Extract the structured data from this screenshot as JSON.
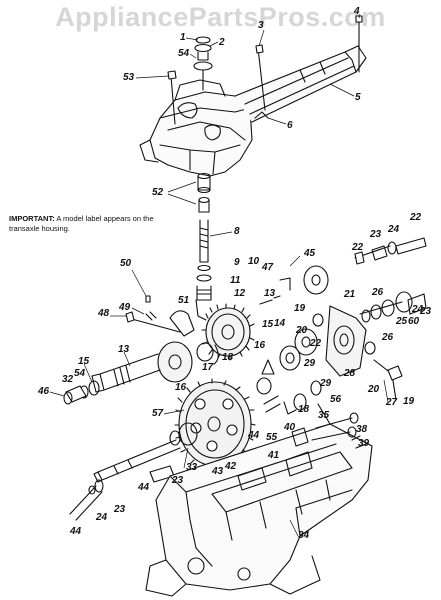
{
  "watermark": "AppliancePartsPros.com",
  "note": {
    "prefix": "IMPORTANT:",
    "text": " A model label appears on the transaxle housing."
  },
  "callouts": [
    {
      "id": "c4",
      "text": "4"
    },
    {
      "id": "c3",
      "text": "3"
    },
    {
      "id": "c1",
      "text": "1"
    },
    {
      "id": "c2",
      "text": "2"
    },
    {
      "id": "c54a",
      "text": "54"
    },
    {
      "id": "c53",
      "text": "53"
    },
    {
      "id": "c5",
      "text": "5"
    },
    {
      "id": "c6",
      "text": "6"
    },
    {
      "id": "c52",
      "text": "52"
    },
    {
      "id": "c8",
      "text": "8"
    },
    {
      "id": "c22a",
      "text": "22"
    },
    {
      "id": "c24a",
      "text": "24"
    },
    {
      "id": "c23a",
      "text": "23"
    },
    {
      "id": "c22b",
      "text": "22"
    },
    {
      "id": "c45",
      "text": "45"
    },
    {
      "id": "c9",
      "text": "9"
    },
    {
      "id": "c10",
      "text": "10"
    },
    {
      "id": "c47",
      "text": "47"
    },
    {
      "id": "c11",
      "text": "11"
    },
    {
      "id": "c50",
      "text": "50"
    },
    {
      "id": "c12",
      "text": "12"
    },
    {
      "id": "c21",
      "text": "21"
    },
    {
      "id": "c26a",
      "text": "26"
    },
    {
      "id": "c13a",
      "text": "13"
    },
    {
      "id": "c49",
      "text": "49"
    },
    {
      "id": "c51",
      "text": "51"
    },
    {
      "id": "c14",
      "text": "14"
    },
    {
      "id": "c19a",
      "text": "19"
    },
    {
      "id": "c24b",
      "text": "24"
    },
    {
      "id": "c23b",
      "text": "23"
    },
    {
      "id": "c48",
      "text": "48"
    },
    {
      "id": "c25",
      "text": "25"
    },
    {
      "id": "c60",
      "text": "60"
    },
    {
      "id": "c26b",
      "text": "26"
    },
    {
      "id": "c15a",
      "text": "15"
    },
    {
      "id": "c16a",
      "text": "16"
    },
    {
      "id": "c20a",
      "text": "20"
    },
    {
      "id": "c13b",
      "text": "13"
    },
    {
      "id": "c17",
      "text": "17"
    },
    {
      "id": "c18a",
      "text": "18"
    },
    {
      "id": "c22c",
      "text": "22"
    },
    {
      "id": "c29a",
      "text": "29"
    },
    {
      "id": "c28",
      "text": "28"
    },
    {
      "id": "c32",
      "text": "32"
    },
    {
      "id": "c54b",
      "text": "54"
    },
    {
      "id": "c15b",
      "text": "15"
    },
    {
      "id": "c16b",
      "text": "16"
    },
    {
      "id": "c29b",
      "text": "29"
    },
    {
      "id": "c20b",
      "text": "20"
    },
    {
      "id": "c27",
      "text": "27"
    },
    {
      "id": "c19b",
      "text": "19"
    },
    {
      "id": "c46",
      "text": "46"
    },
    {
      "id": "c18b",
      "text": "18"
    },
    {
      "id": "c56",
      "text": "56"
    },
    {
      "id": "c35",
      "text": "35"
    },
    {
      "id": "c57",
      "text": "57"
    },
    {
      "id": "c44a",
      "text": "44"
    },
    {
      "id": "c38",
      "text": "38"
    },
    {
      "id": "c40",
      "text": "40"
    },
    {
      "id": "c55",
      "text": "55"
    },
    {
      "id": "c39",
      "text": "39"
    },
    {
      "id": "c33",
      "text": "33"
    },
    {
      "id": "c41",
      "text": "41"
    },
    {
      "id": "c23c",
      "text": "23"
    },
    {
      "id": "c42",
      "text": "42"
    },
    {
      "id": "c43",
      "text": "43"
    },
    {
      "id": "c44b",
      "text": "44"
    },
    {
      "id": "c24c",
      "text": "24"
    },
    {
      "id": "c23d",
      "text": "23"
    },
    {
      "id": "c34",
      "text": "34"
    },
    {
      "id": "c44c",
      "text": "44"
    }
  ]
}
